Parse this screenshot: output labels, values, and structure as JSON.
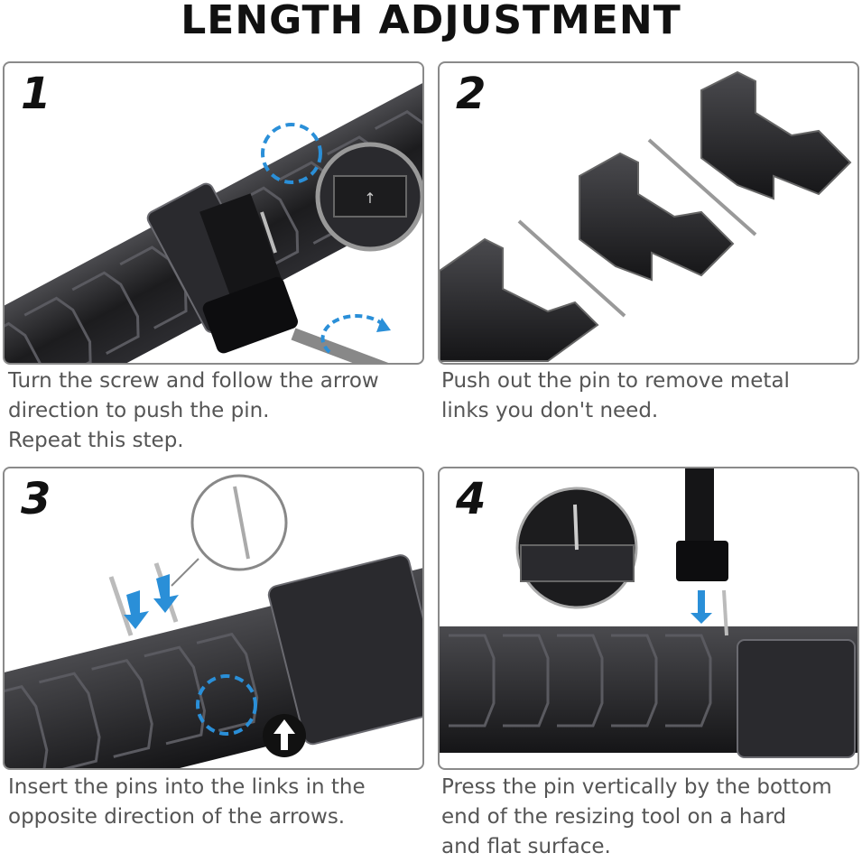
{
  "title": "LENGTH ADJUSTMENT",
  "steps": [
    {
      "number": "1",
      "caption": [
        "Turn the screw and follow the arrow",
        "direction to push the pin.",
        "Repeat this step."
      ]
    },
    {
      "number": "2",
      "caption": [
        "Push out the pin to remove metal",
        "links you don't need."
      ]
    },
    {
      "number": "3",
      "caption": [
        "Insert the pins into the links in the",
        "opposite direction of the arrows."
      ]
    },
    {
      "number": "4",
      "caption": [
        "Press the pin vertically by the bottom",
        "end of the resizing tool on a hard",
        "and flat surface."
      ]
    }
  ],
  "colors": {
    "band": "#1c1c1e",
    "band_highlight": "#4a4a4e",
    "accent_blue": "#2a8fd8",
    "border": "#8a8a8a",
    "caption_text": "#555555"
  }
}
